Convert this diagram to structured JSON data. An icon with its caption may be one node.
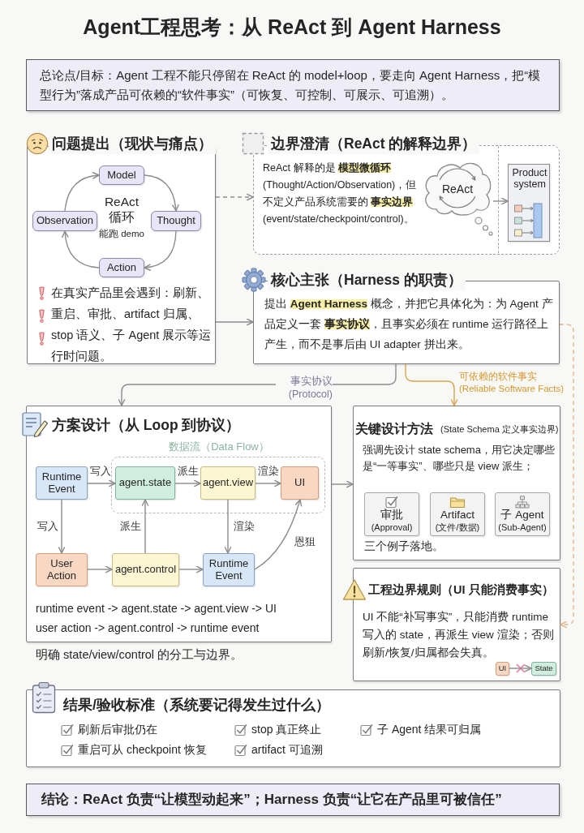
{
  "diagram": {
    "title": "Agent工程思考：从 ReAct 到 Agent Harness",
    "nodes": [
      {
        "text": [
          "总论点/目标：Agent 工程不能只停留在 ReAct 的 model+loop，要走向 Agent Harness，把“模型行为”落成产品可依赖的“软件事实”（可恢复、可控制、可展示、可追溯）。"
        ]
      },
      {
        "text": [
          "问题提出（现状与痛点）",
          "ReAct 循环",
          "能跑 demo",
          "在真实产品里会遇到：刷新、重启、审批、artifact 归属、stop 语义、子 Agent 展示等运行时问题。"
        ]
      },
      {
        "text": [
          "Model"
        ],
        "in": 1
      },
      {
        "text": [
          "Observation"
        ],
        "in": 1
      },
      {
        "text": [
          "Thought"
        ],
        "in": 1
      },
      {
        "text": [
          "Action"
        ],
        "in": 1
      },
      {
        "text": [
          "边界澄清（ReAct 的解释边界）",
          "ReAct 解释的是 **模型微循环** (Thought/Action/Observation)，但不定义产品系统需要的 **事实边界** (event/state/checkpoint/control)。"
        ]
      },
      {
        "text": [
          "ReAct"
        ],
        "in": 6
      },
      {
        "text": [
          "Product system"
        ],
        "in": 6
      },
      {
        "text": [
          "核心主张（Harness 的职责）",
          "提出 **Agent Harness** 概念，并把它具体化为：为 Agent 产品定义一套 **事实协议**，且事实必须在 runtime 运行路径上产生，而不是事后由 UI adapter 拼出来。"
        ]
      },
      {
        "text": [
          "方案设计（从 Loop 到协议）",
          "runtime event -> agent.state -> agent.view -> UI",
          "user action -> agent.control -> runtime event"
        ],
        "beside": [
          "明确 state/view/control 的分工与边界。"
        ]
      },
      {
        "text": [
          "Runtime Event"
        ],
        "in": 10
      },
      {
        "text": [
          "数据流（Data Flow）"
        ],
        "in": 10
      },
      {
        "text": [
          "agent.state"
        ],
        "in": 12
      },
      {
        "text": [
          "agent.view"
        ],
        "in": 12
      },
      {
        "text": [
          "UI"
        ],
        "in": 12
      },
      {
        "text": [
          "User Action"
        ],
        "in": 10
      },
      {
        "text": [
          "agent.control"
        ],
        "in": 10
      },
      {
        "text": [
          "Runtime Event"
        ],
        "in": 10
      },
      {
        "text": [
          "关键设计方法",
          "(State Schema 定义事实边界)",
          "强调先设计 state schema，用它决定哪些是“一等事实”、哪些只是 view 派生；",
          "三个例子落地。"
        ]
      },
      {
        "text": [
          "审批",
          "(Approval)"
        ],
        "in": 19
      },
      {
        "text": [
          "Artifact",
          "(文件/数据)"
        ],
        "in": 19
      },
      {
        "text": [
          "子 Agent",
          "(Sub-Agent)"
        ],
        "in": 19
      },
      {
        "text": [
          "工程边界规则（UI 只能消费事实）",
          "UI 不能“补写事实”，只能消费 runtime 写入的 state，再派生 view 渲染；否则刷新/恢复/归属都会失真。"
        ]
      },
      {
        "text": [
          "UI"
        ],
        "in": 23
      },
      {
        "text": [
          "State"
        ],
        "in": 23
      },
      {
        "text": [
          "结果/验收标准（系统要记得发生过什么）",
          "刷新后审批仍在",
          "stop 真正终止",
          "子 Agent 结果可归属",
          "重启可从 checkpoint 恢复",
          "artifact 可追溯"
        ]
      },
      {
        "text": [
          "结论：ReAct 负责“让模型动起来”；Harness 负责“让它在产品里可被信任”"
        ]
      }
    ],
    "edges": [
      {
        "from": 1,
        "to": 6,
        "arrow": "to",
        "style": "dashed"
      },
      {
        "from": 2,
        "to": 4,
        "arrow": "to"
      },
      {
        "from": 4,
        "to": 5,
        "arrow": "to"
      },
      {
        "from": 5,
        "to": 3,
        "arrow": "to"
      },
      {
        "from": 3,
        "to": 2,
        "arrow": "to"
      },
      {
        "from": 1,
        "to": 9,
        "arrow": "to"
      },
      {
        "from": 7,
        "to": 8,
        "arrow": "to"
      },
      {
        "from": 9,
        "to": 10,
        "arrow": "to",
        "label": "事实协议 (Protocol)"
      },
      {
        "from": 9,
        "to": 19,
        "arrow": "to",
        "label": "可依赖的软件事实 (Reliable Software Facts)",
        "color": "#d9a54c"
      },
      {
        "from": 9,
        "to": 23,
        "arrow": "to",
        "style": "dashed",
        "color": "#e0b48a"
      },
      {
        "from": 11,
        "to": 13,
        "arrow": "to",
        "label": "写入"
      },
      {
        "from": 13,
        "to": 14,
        "arrow": "to",
        "label": "派生"
      },
      {
        "from": 14,
        "to": 15,
        "arrow": "to",
        "label": "渲染"
      },
      {
        "from": 11,
        "to": 16,
        "arrow": "to",
        "label": "写入"
      },
      {
        "from": 17,
        "to": 13,
        "arrow": "to",
        "label": "派生"
      },
      {
        "from": 14,
        "to": 18,
        "arrow": "to",
        "label": "渲染"
      },
      {
        "from": 18,
        "to": 15,
        "arrow": "to",
        "label": "恩狙"
      },
      {
        "from": 16,
        "to": 17,
        "arrow": "to"
      },
      {
        "from": 17,
        "to": 18,
        "arrow": "to"
      },
      {
        "from": 10,
        "to": 19,
        "arrow": "to"
      },
      {
        "from": 24,
        "to": 25,
        "arrow": "to"
      }
    ]
  }
}
